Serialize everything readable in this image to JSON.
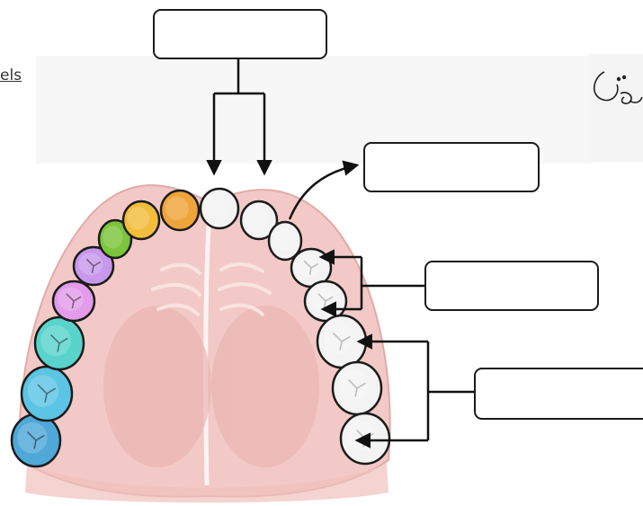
{
  "worksheet": {
    "partial_heading": "els",
    "answer_boxes": [
      {
        "id": "incisors",
        "value": ""
      },
      {
        "id": "canine",
        "value": ""
      },
      {
        "id": "premolars",
        "value": ""
      },
      {
        "id": "molars",
        "value": ""
      }
    ]
  },
  "colors": {
    "palate": "#f2c9c6",
    "palate_shade": "#e8b2ae",
    "tooth_outline": "#1b1b1b",
    "left_teeth": [
      "#4fa8d8",
      "#5cc4e4",
      "#59d4cc",
      "#e39bea",
      "#c798ec",
      "#7cc43c",
      "#f2bd3c",
      "#efa43a"
    ],
    "right_teeth": "#f3f3f3"
  },
  "icons": [
    "down-arrow-icon",
    "curved-arrow-icon",
    "left-arrow-icon"
  ]
}
